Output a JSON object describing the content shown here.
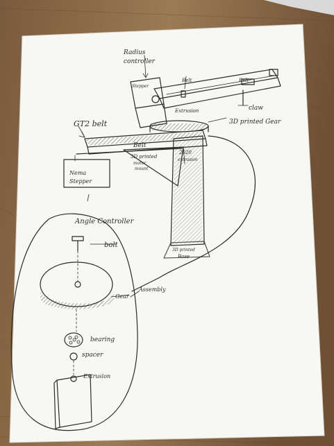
{
  "labels": {
    "radius_controller_line1": "Radius",
    "radius_controller_line2": "controller",
    "stepper": "Stepper",
    "belt_top1": "Belt",
    "belt_top2": "Belt",
    "extrusion_top": "Extrusion",
    "claw": "claw",
    "gear_3d": "3D printed Gear",
    "gt2_belt": "GT2 belt",
    "belt_mid": "Belt",
    "motor_mount_line1": "3D printed",
    "motor_mount_line2": "motor",
    "motor_mount_line3": "mount",
    "extrusion_2020_line1": "2020",
    "extrusion_2020_line2": "extrusion",
    "nema_line1": "Nema",
    "nema_line2": "Stepper",
    "angle_controller": "Angle Controller",
    "base_line1": "3D printed",
    "base_line2": "Base",
    "assembly": "Assembly",
    "bolt": "bolt",
    "gear": "Gear",
    "bearing": "bearing",
    "spacer": "spacer",
    "extrusion_bottom": "Extrusion"
  },
  "colors": {
    "table": "#8a6a4a",
    "paper": "#f7f7f4",
    "ink": "#2a2a2a"
  }
}
